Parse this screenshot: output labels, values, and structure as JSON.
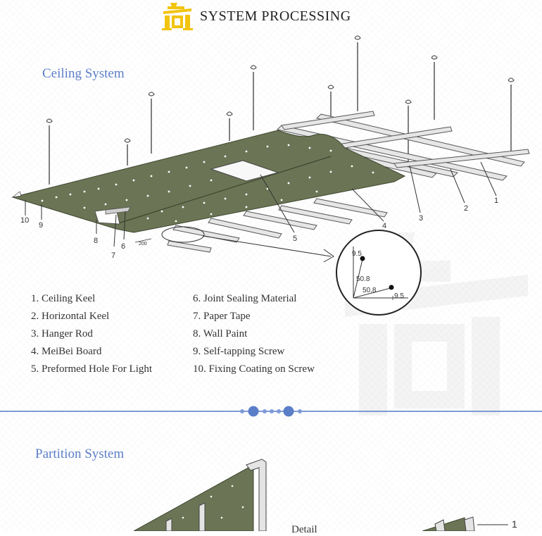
{
  "header": {
    "title": "SYSTEM PROCESSING",
    "logo_icon": "brand-logo-icon"
  },
  "ceiling": {
    "title": "Ceiling System",
    "legend_left": [
      "1. Ceiling Keel",
      "2. Horizontal Keel",
      "3. Hanger Rod",
      "4. MeiBei Board",
      "5. Preformed Hole For Light"
    ],
    "legend_right": [
      "6. Joint Sealing Material",
      "7. Paper Tape",
      "8. Wall Paint",
      "9. Self-tapping Screw",
      "10. Fixing Coating on Screw"
    ],
    "callouts": [
      "1",
      "2",
      "3",
      "4",
      "5",
      "6",
      "7",
      "8",
      "9",
      "10"
    ],
    "dimension_label": "200",
    "detail": {
      "a": "9.5",
      "b": "50.8",
      "c": "50.8",
      "d": "9.5"
    }
  },
  "partition": {
    "title": "Partition System",
    "detail_label": "Detail",
    "callout": "1"
  },
  "colors": {
    "accent": "#5b7ec8",
    "board": "#6b7555",
    "logo": "#f2c40f",
    "divider": "#7d9bd6"
  }
}
